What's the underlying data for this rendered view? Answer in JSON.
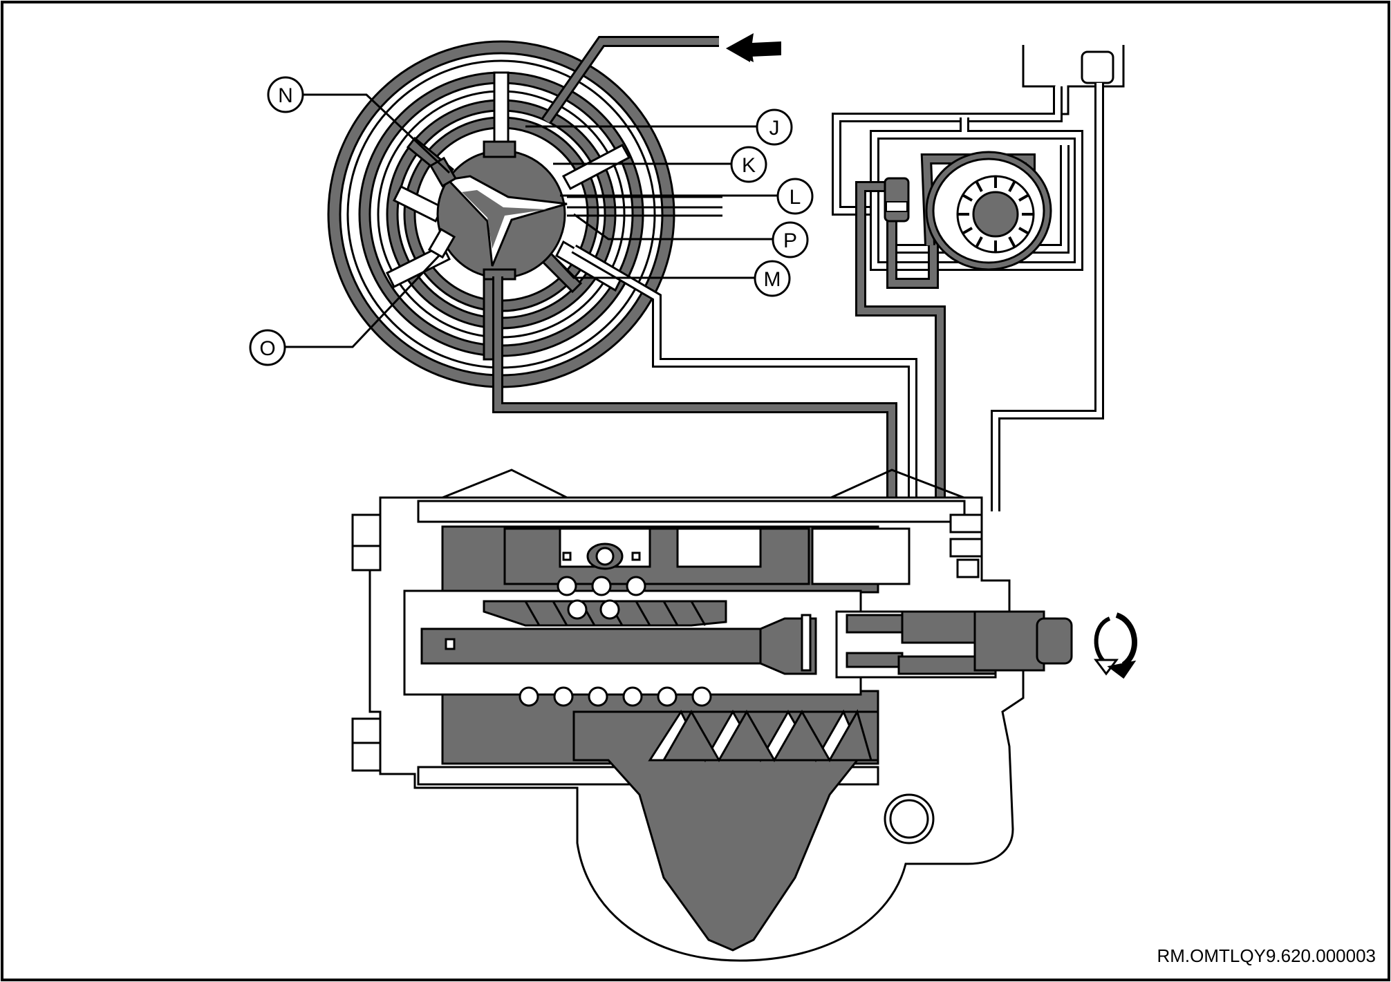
{
  "callouts": {
    "J": "J",
    "K": "K",
    "L": "L",
    "P": "P",
    "M": "M",
    "N": "N",
    "O": "O"
  },
  "reference_code": "RM.OMTLQY9.620.000003",
  "colors": {
    "fluid": "#6e6e6e",
    "outline": "#000000",
    "background": "#ffffff"
  }
}
